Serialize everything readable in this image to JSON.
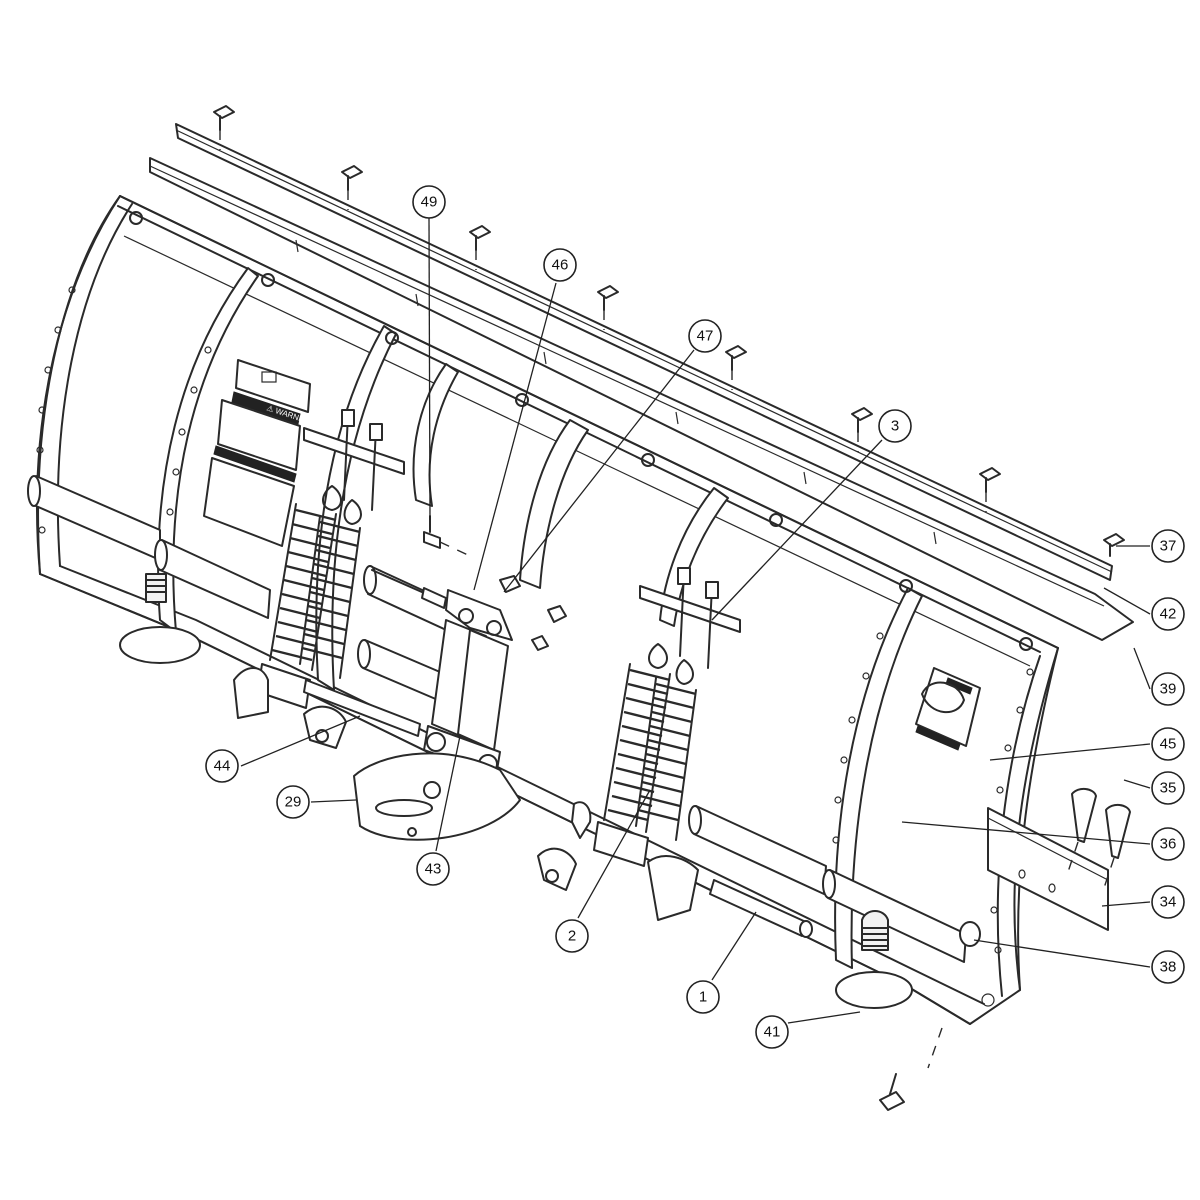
{
  "callouts": [
    {
      "id": "49",
      "label": "49"
    },
    {
      "id": "46",
      "label": "46"
    },
    {
      "id": "47",
      "label": "47"
    },
    {
      "id": "3",
      "label": "3"
    },
    {
      "id": "37",
      "label": "37"
    },
    {
      "id": "42",
      "label": "42"
    },
    {
      "id": "39",
      "label": "39"
    },
    {
      "id": "45",
      "label": "45"
    },
    {
      "id": "35",
      "label": "35"
    },
    {
      "id": "36",
      "label": "36"
    },
    {
      "id": "34",
      "label": "34"
    },
    {
      "id": "38",
      "label": "38"
    },
    {
      "id": "44",
      "label": "44"
    },
    {
      "id": "29",
      "label": "29"
    },
    {
      "id": "43",
      "label": "43"
    },
    {
      "id": "2",
      "label": "2"
    },
    {
      "id": "1",
      "label": "1"
    },
    {
      "id": "41",
      "label": "41"
    }
  ],
  "decal": {
    "warning_label": "⚠ WARNING"
  },
  "colors": {
    "line": "#2a2a2a",
    "background": "#ffffff"
  }
}
